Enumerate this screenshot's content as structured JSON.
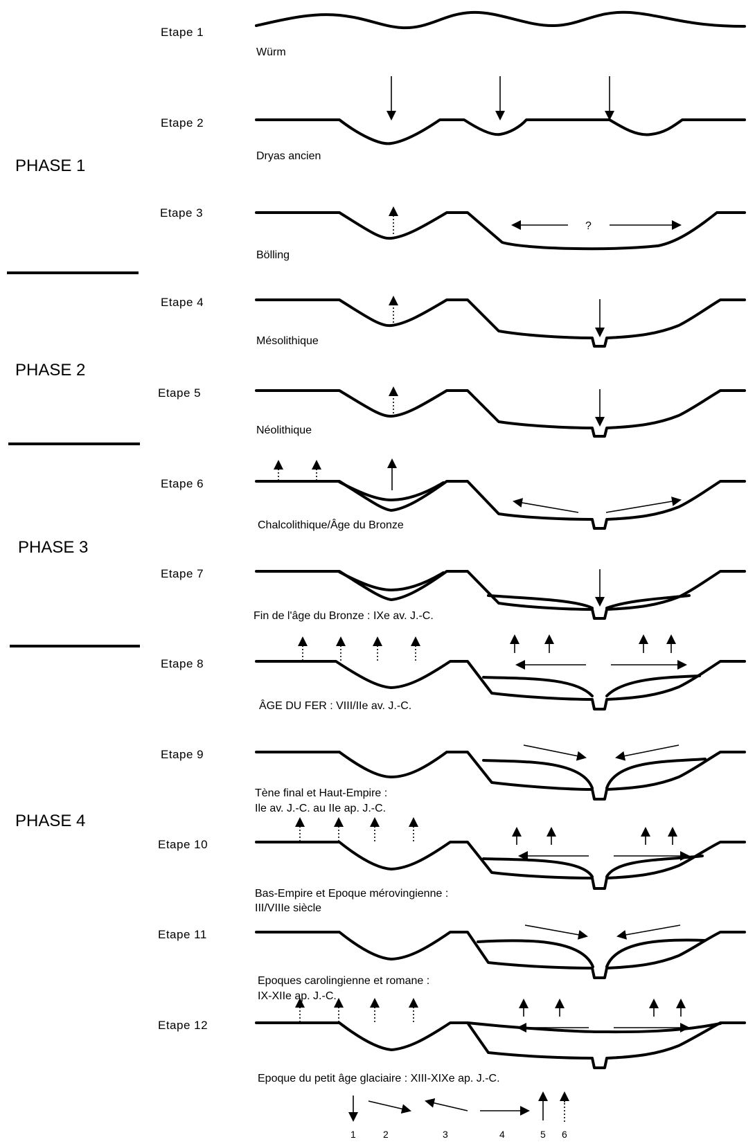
{
  "phases": [
    {
      "label": "PHASE 1"
    },
    {
      "label": "PHASE 2"
    },
    {
      "label": "PHASE 3"
    },
    {
      "label": "PHASE 4"
    }
  ],
  "steps": [
    {
      "label": "Etape 1",
      "period": [
        "Würm"
      ]
    },
    {
      "label": "Etape 2",
      "period": [
        "Dryas ancien"
      ]
    },
    {
      "label": "Etape 3",
      "period": [
        "Bölling"
      ],
      "question": "?"
    },
    {
      "label": "Etape 4",
      "period": [
        "Mésolithique"
      ]
    },
    {
      "label": "Etape 5",
      "period": [
        "Néolithique"
      ]
    },
    {
      "label": "Etape 6",
      "period": [
        "Chalcolithique/Âge du Bronze"
      ]
    },
    {
      "label": "Etape 7",
      "period": [
        "Fin de l'âge du Bronze : IXe av. J.-C."
      ]
    },
    {
      "label": "Etape 8",
      "period": [
        "ÂGE DU FER : VIII/IIe av. J.-C."
      ]
    },
    {
      "label": "Etape 9",
      "period": [
        "Tène final et Haut-Empire :",
        "Ile av. J.-C. au IIe ap. J.-C."
      ]
    },
    {
      "label": "Etape 10",
      "period": [
        "Bas-Empire et Epoque mérovingienne :",
        "III/VIIIe siècle"
      ]
    },
    {
      "label": "Etape 11",
      "period": [
        "Epoques carolingienne et romane :",
        "IX-XIIe ap. J.-C."
      ]
    },
    {
      "label": "Etape 12",
      "period": [
        "Epoque du petit âge glaciaire : XIII-XIXe ap. J.-C."
      ]
    }
  ],
  "legend": [
    "1",
    "2",
    "3",
    "4",
    "5",
    "6"
  ]
}
